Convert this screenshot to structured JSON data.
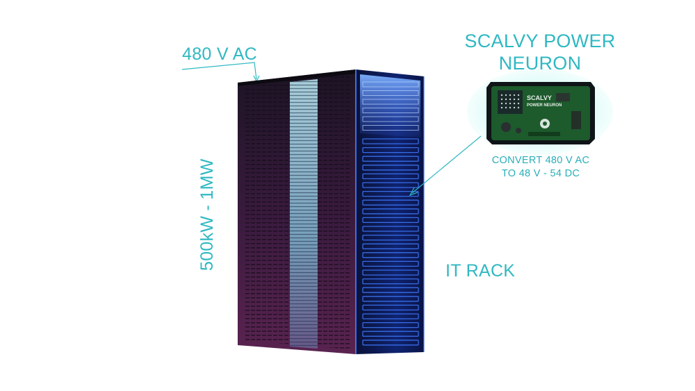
{
  "labels": {
    "input_voltage": "480 V AC",
    "power_range": "500kW - 1MW",
    "device_title_line1": "SCALVY POWER",
    "device_title_line2": "NEURON",
    "device_desc_line1": "CONVERT 480 V AC",
    "device_desc_line2": "TO 48 V - 54 DC",
    "rack": "IT RACK"
  },
  "board": {
    "silk_line1": "SCALVY",
    "silk_line2": "POWER NEURON"
  },
  "colors": {
    "accent": "#2fb8c2",
    "rack_side": "#3a1f3c",
    "rack_front": "#0b1b58",
    "rack_glow": "#3f7bff",
    "board": "#1d5a2c"
  }
}
